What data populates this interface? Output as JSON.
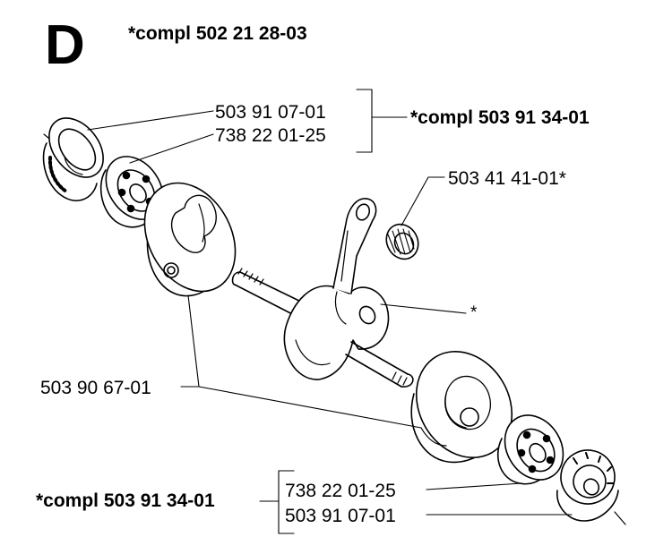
{
  "diagram": {
    "section_letter": "D",
    "title": "*compl 502 21 28-03",
    "labels": {
      "seal_top": "503 91 07-01",
      "bearing_top": "738 22 01-25",
      "kit_top": "*compl 503 91 34-01",
      "needle_bearing": "503 41 41-01*",
      "asterisk": "*",
      "crank_halves": "503 90 67-01",
      "kit_bottom": "*compl 503 91 34-01",
      "bearing_bottom": "738 22 01-25",
      "seal_bottom": "503 91 07-01"
    },
    "colors": {
      "ink": "#000000",
      "paper": "#ffffff"
    }
  }
}
